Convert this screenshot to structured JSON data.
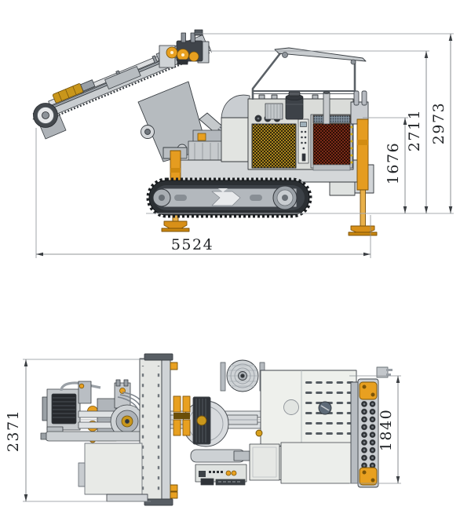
{
  "views": {
    "side": {
      "name": "side-elevation-view",
      "dimensions": {
        "overall_length": {
          "value": "5524",
          "orientation": "horizontal"
        },
        "hood_height": {
          "value": "1676",
          "orientation": "vertical"
        },
        "canopy_height": {
          "value": "2711",
          "orientation": "vertical"
        },
        "overall_height": {
          "value": "2973",
          "orientation": "vertical"
        }
      },
      "parts": [
        "drill-mast",
        "drill-head",
        "rod-clamp",
        "mast-mount-bracket",
        "protective-canopy",
        "gold-radiator-grille",
        "red-radiator-grille",
        "control-panel",
        "air-cleaner",
        "exhaust-pipe",
        "front-stabilizer-leg",
        "rear-stabilizer-leg",
        "crawler-track"
      ]
    },
    "plan": {
      "name": "top-plan-view",
      "dimensions": {
        "overall_width": {
          "value": "2371",
          "orientation": "vertical"
        },
        "carrier_width": {
          "value": "1840",
          "orientation": "vertical"
        }
      },
      "parts": [
        "rotation-motor",
        "feed-rails",
        "mast-panel",
        "rotary-table",
        "hose-reel",
        "deck-vents",
        "crawler-track-top",
        "control-console",
        "stabilizer-pads"
      ]
    }
  },
  "colors": {
    "background": "#ffffff",
    "outline": "#383d42",
    "body_gray": "#d9dbd8",
    "accent_orange": "#e8a020",
    "gold_mesh": "#a98420",
    "red_mesh": "#7c2c18",
    "track_dark": "#2b2f33",
    "dimension_line": "#6b7075",
    "dimension_text": "#1f2225"
  }
}
